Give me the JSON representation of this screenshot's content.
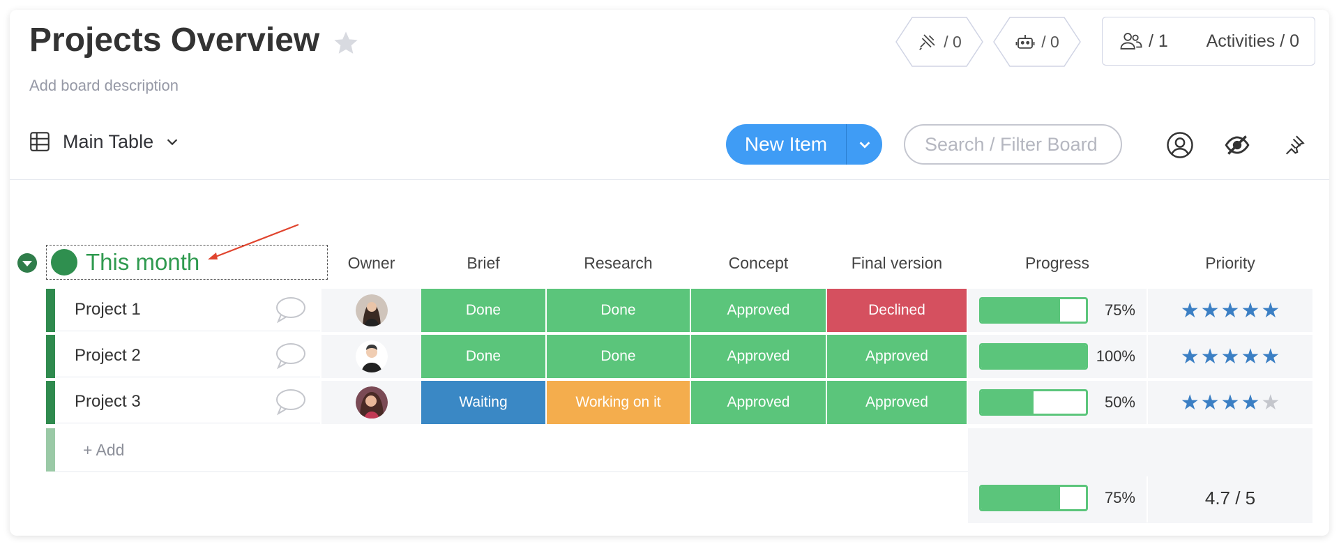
{
  "board": {
    "title": "Projects Overview",
    "description": "Add board description"
  },
  "header": {
    "integrations_count": "/ 0",
    "automations_count": "/ 0",
    "members_count": "/ 1",
    "activities_label": "Activities / 0"
  },
  "toolbar": {
    "view_label": "Main Table",
    "new_item_label": "New Item",
    "search_placeholder": "Search / Filter Board"
  },
  "group": {
    "title": "This month",
    "color": "#2f8f4f"
  },
  "columns": [
    "Owner",
    "Brief",
    "Research",
    "Concept",
    "Final version",
    "Progress",
    "Priority"
  ],
  "rows": [
    {
      "name": "Project 1",
      "brief": "Done",
      "research": "Done",
      "concept": "Approved",
      "final": "Declined",
      "progress": 0.75,
      "progress_label": "75%",
      "priority": 5
    },
    {
      "name": "Project 2",
      "brief": "Done",
      "research": "Done",
      "concept": "Approved",
      "final": "Approved",
      "progress": 1.0,
      "progress_label": "100%",
      "priority": 5
    },
    {
      "name": "Project 3",
      "brief": "Waiting",
      "research": "Working on it",
      "concept": "Approved",
      "final": "Approved",
      "progress": 0.5,
      "progress_label": "50%",
      "priority": 4
    }
  ],
  "status_colors": {
    "Done": "#5bc57b",
    "Approved": "#5bc57b",
    "Declined": "#d5505f",
    "Waiting": "#3a88c5",
    "Working on it": "#f4ad4d"
  },
  "add_label": "+ Add",
  "summary": {
    "progress": 0.75,
    "progress_label": "75%",
    "priority_label": "4.7 / 5"
  }
}
